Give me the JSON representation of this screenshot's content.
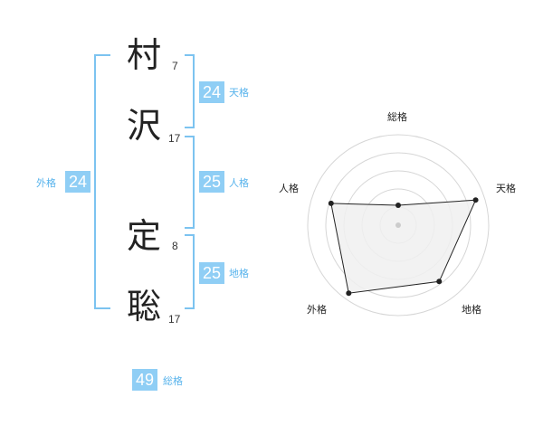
{
  "name_chars": [
    {
      "char": "村",
      "strokes": "7"
    },
    {
      "char": "沢",
      "strokes": "17"
    },
    {
      "char": "定",
      "strokes": "8"
    },
    {
      "char": "聡",
      "strokes": "17"
    }
  ],
  "fortunes": {
    "tenkaku": {
      "value": "24",
      "label": "天格"
    },
    "jinkaku": {
      "value": "25",
      "label": "人格"
    },
    "chikaku": {
      "value": "25",
      "label": "地格"
    },
    "gaikaku": {
      "value": "24",
      "label": "外格"
    },
    "soukaku": {
      "value": "49",
      "label": "総格"
    }
  },
  "radar": {
    "axis_labels": [
      "総格",
      "天格",
      "地格",
      "外格",
      "人格"
    ],
    "levels": [
      0.22,
      0.9,
      0.77,
      0.93,
      0.78
    ],
    "colors": {
      "fill": "#f0f0f0",
      "stroke": "#222222",
      "grid": "#d6d6d6",
      "center": "#cccccc"
    }
  },
  "colors": {
    "accent": "#8fcef5",
    "accent_text": "#57b3ec",
    "bracket": "#7cc3f0"
  }
}
